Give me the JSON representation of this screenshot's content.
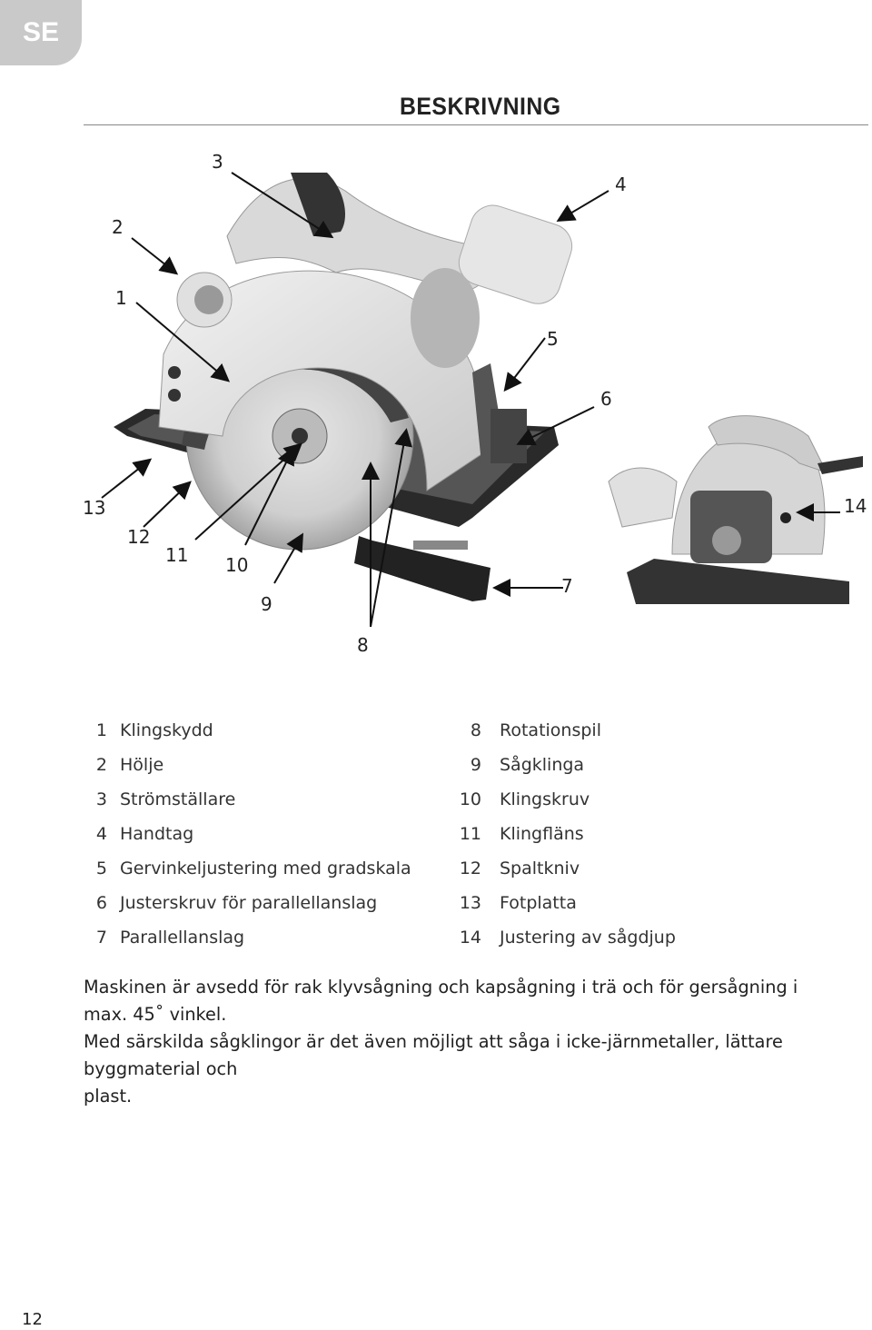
{
  "header": {
    "language_tab": "SE",
    "title": "BESKRIVNING"
  },
  "callouts": [
    "1",
    "2",
    "3",
    "4",
    "5",
    "6",
    "7",
    "8",
    "9",
    "10",
    "11",
    "12",
    "13",
    "14"
  ],
  "legend": {
    "left": [
      {
        "num": "1",
        "label": "Klingskydd"
      },
      {
        "num": "2",
        "label": "Hölje"
      },
      {
        "num": "3",
        "label": "Strömställare"
      },
      {
        "num": "4",
        "label": "Handtag"
      },
      {
        "num": "5",
        "label": "Gervinkeljustering med gradskala"
      },
      {
        "num": "6",
        "label": "Justerskruv för parallellanslag"
      },
      {
        "num": "7",
        "label": "Parallellanslag"
      }
    ],
    "right": [
      {
        "num": "8",
        "label": "Rotationspil"
      },
      {
        "num": "9",
        "label": "Sågklinga"
      },
      {
        "num": "10",
        "label": "Klingskruv"
      },
      {
        "num": "11",
        "label": "Klingfläns"
      },
      {
        "num": "12",
        "label": "Spaltkniv"
      },
      {
        "num": "13",
        "label": "Fotplatta"
      },
      {
        "num": "14",
        "label": "Justering av sågdjup"
      }
    ]
  },
  "description": {
    "line1": "Maskinen är avsedd för rak klyvsågning och kapsågning i trä och för gersågning i max. 45˚ vinkel.",
    "line2": "Med särskilda sågklingor är det även möjligt att såga i icke-järnmetaller, lättare byggmaterial och",
    "line3": "plast."
  },
  "footer": {
    "page_number": "12"
  }
}
